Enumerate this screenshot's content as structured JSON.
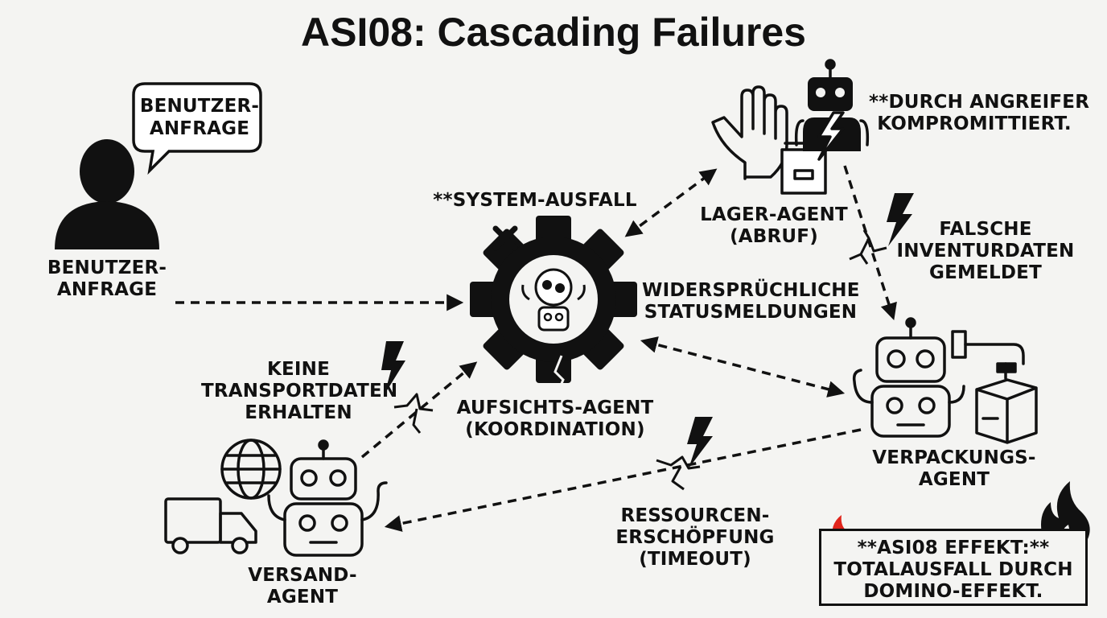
{
  "title": "ASI08: Cascading Failures",
  "speech_bubble": [
    "BENUTZER-",
    "ANFRAGE"
  ],
  "nodes": {
    "user": {
      "label": [
        "BENUTZER-",
        "ANFRAGE"
      ],
      "icon": "user-icon"
    },
    "supervisor": {
      "label": [
        "AUFSICHTS-AGENT",
        "(KOORDINATION)"
      ],
      "icon": "gear-robot-icon"
    },
    "warehouse": {
      "label": [
        "LAGER-AGENT",
        "(ABRUF)"
      ],
      "icon": "hand-robot-icon"
    },
    "packaging": {
      "label": [
        "VERPACKUNGS-",
        "AGENT"
      ],
      "icon": "robot-box-icon"
    },
    "shipping": {
      "label": [
        "VERSAND-",
        "AGENT"
      ],
      "icon": "robot-truck-icon"
    }
  },
  "annotations": {
    "system_failure": "**SYSTEM-AUSFALL",
    "compromised": [
      "**DURCH ANGREIFER",
      "KOMPROMITTIERT."
    ],
    "false_inventory": [
      "FALSCHE",
      "INVENTURDATEN",
      "GEMELDET"
    ],
    "contradictory": [
      "WIDERSPRÜCHLICHE",
      "STATUSMELDUNGEN"
    ],
    "no_transport": [
      "KEINE",
      "TRANSPORTDATEN",
      "ERHALTEN"
    ],
    "resource_exhaustion": [
      "RESSOURCEN-",
      "ERSCHÖPFUNG",
      "(TIMEOUT)"
    ]
  },
  "effect_box": [
    "**ASI08 EFFEKT:**",
    "TOTALAUSFALL DURCH",
    "DOMINO-EFFEKT."
  ],
  "colors": {
    "ink": "#111111",
    "background": "#f4f4f2",
    "fire": "#e0241b"
  }
}
